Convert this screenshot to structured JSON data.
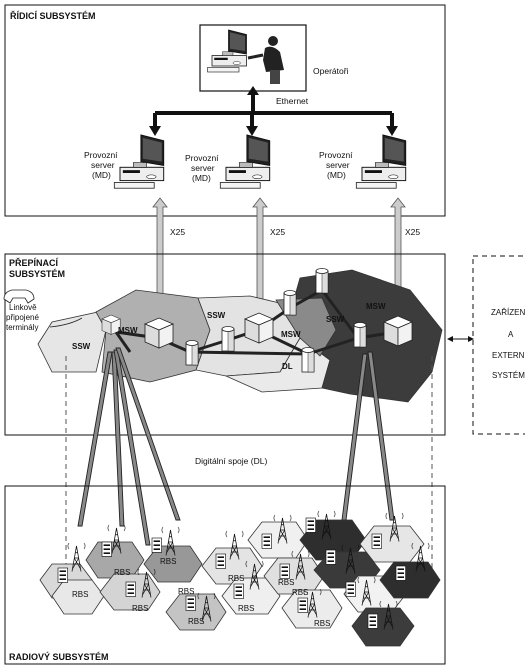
{
  "sections": {
    "control": "ŘÍDICÍ SUBSYSTÉM",
    "switching_line1": "PŘEPÍNACÍ",
    "switching_line2": "SUBSYSTÉM",
    "radio": "RADIOVÝ SUBSYSTÉM"
  },
  "control": {
    "operators": "Operátoři",
    "ethernet": "Ethernet",
    "server_line1": "Provozní",
    "server_line2": "server",
    "server_line3": "(MD)"
  },
  "links": {
    "x25": "X25",
    "digital_links": "Digitální spoje (DL)"
  },
  "switching": {
    "msw": "MSW",
    "ssw": "SSW",
    "dl": "DL",
    "line_terminals_1": "Linkově",
    "line_terminals_2": "připojené",
    "line_terminals_3": "terminály"
  },
  "external": {
    "line1": "ZAŘÍZEN",
    "line2": "A",
    "line3": "EXTERN",
    "line4": "SYSTÉM"
  },
  "radio": {
    "rbs": "RBS"
  }
}
